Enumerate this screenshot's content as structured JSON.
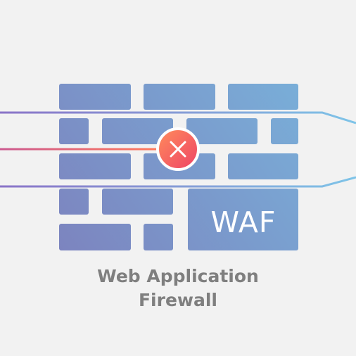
{
  "diagram": {
    "wall_label": "WAF",
    "caption_line1": "Web Application",
    "caption_line2": "Firewall",
    "blocked_marker_icon": "x-circle-icon",
    "colors": {
      "background": "#f2f2f2",
      "wall_gradient_start": "#7c84bf",
      "wall_gradient_end": "#79aed8",
      "blocked_line": "#ff7a5c",
      "blocked_line_fade": "#cc5a90",
      "marker_fill_start": "#ff8a5c",
      "marker_fill_end": "#ee4466",
      "allowed_line_start": "#8a74c8",
      "allowed_line_end": "#7ec4e8",
      "caption_text": "#7f7f7f"
    }
  }
}
